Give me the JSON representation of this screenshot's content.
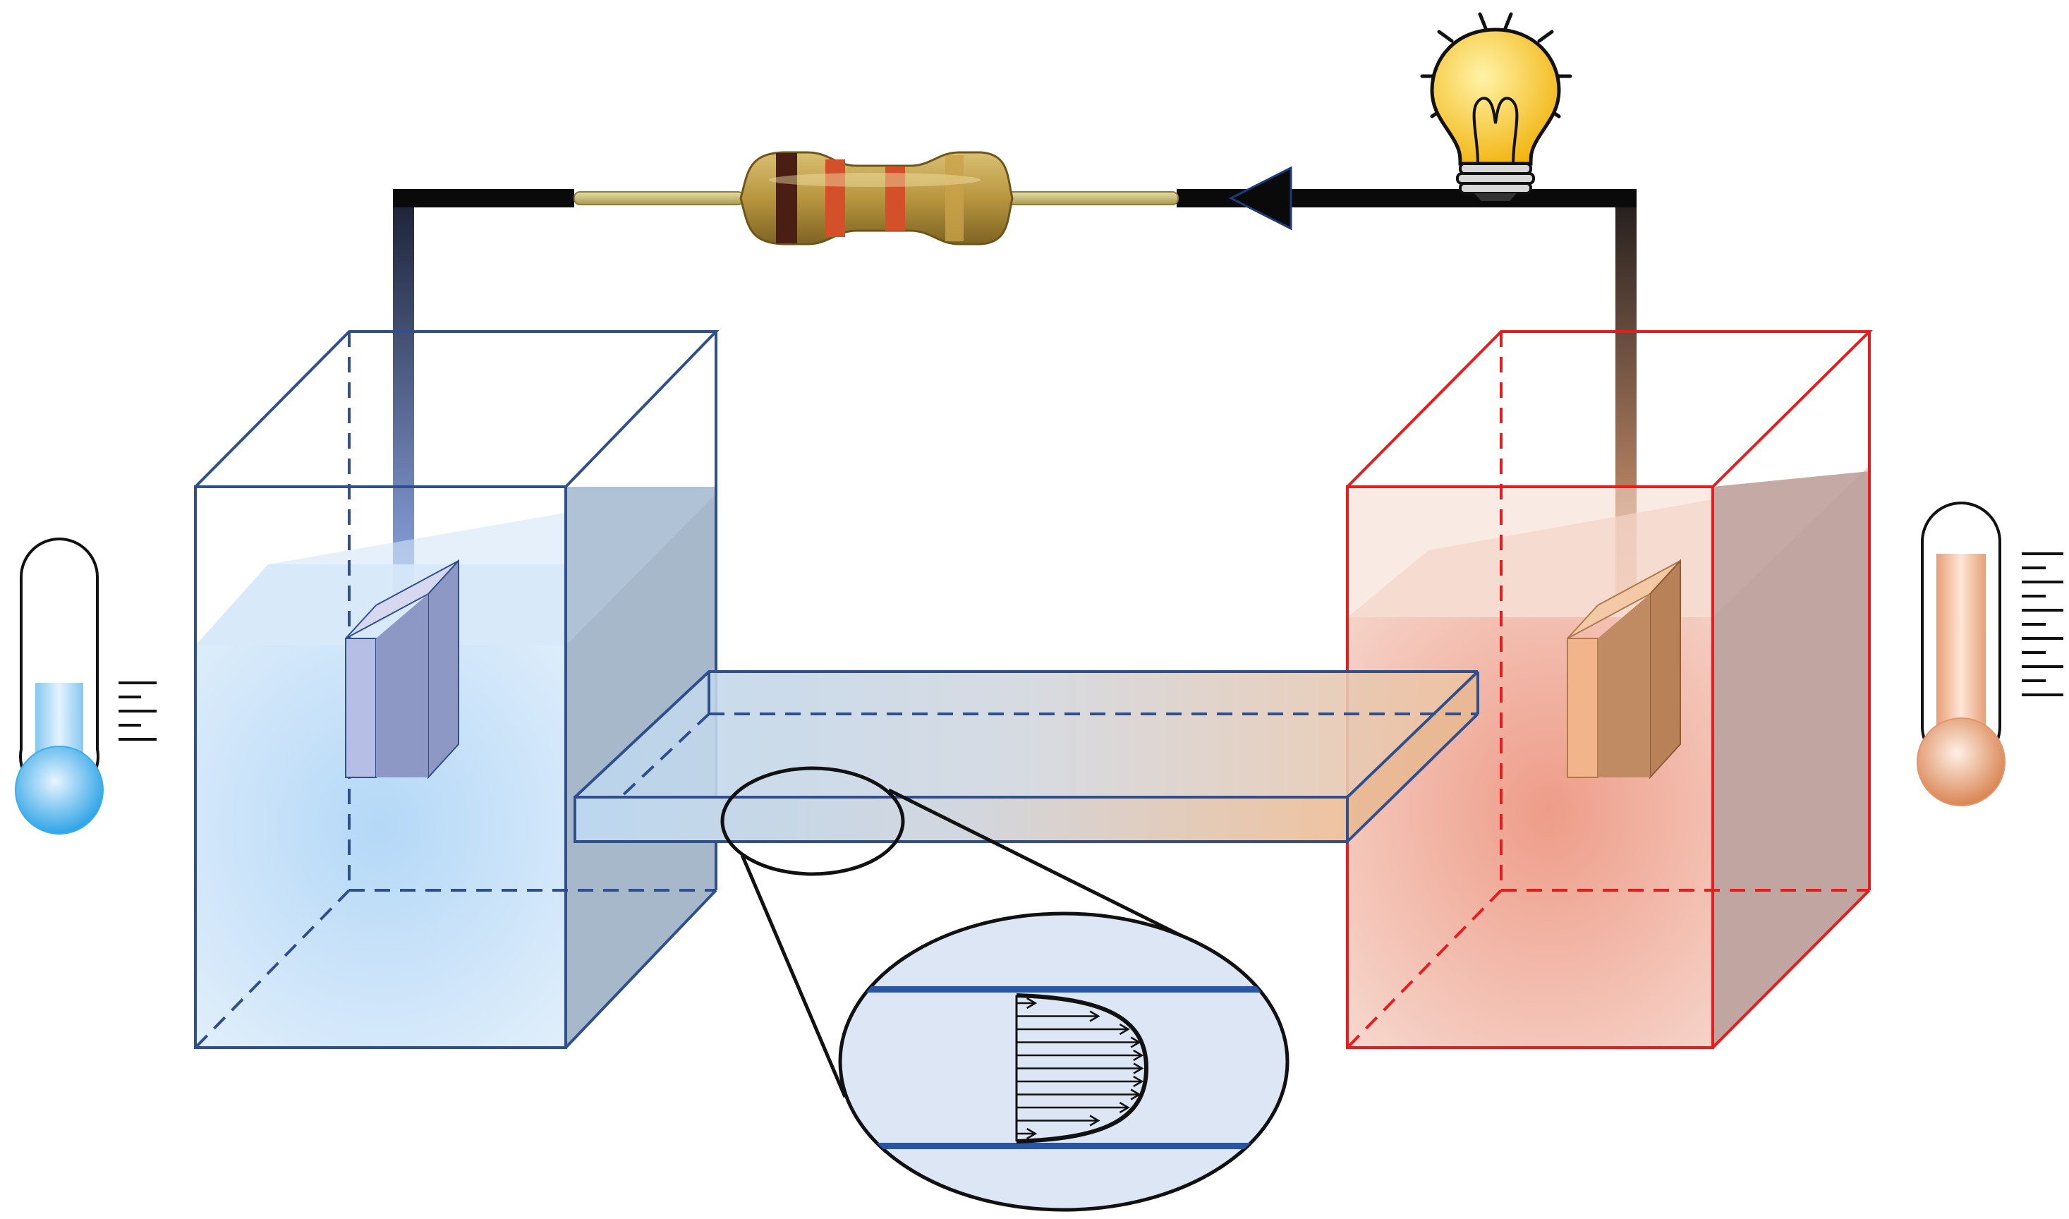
{
  "figure": {
    "description_text": "",
    "components": {
      "cold_reservoir": {
        "icon": "cold-reservoir-tank",
        "color": "#2F4F8F",
        "fill": "#BFDDF7"
      },
      "hot_reservoir": {
        "icon": "hot-reservoir-tank",
        "color": "#E81C1C",
        "fill": "#F2A493"
      },
      "channel": {
        "icon": "nanochannel",
        "gradient_from": "#B8D5EE",
        "gradient_to": "#F0C29E"
      },
      "resistor": {
        "icon": "resistor-icon",
        "band_colors": [
          "#4A1E12",
          "#D4502A",
          "#D4502A",
          "#B08A30"
        ]
      },
      "bulb": {
        "icon": "light-bulb-icon",
        "color": "#F7C51E"
      },
      "current_arrow": {
        "icon": "arrow-left-icon",
        "direction": "left"
      },
      "cold_thermometer": {
        "icon": "cold-thermometer-icon",
        "color": "#3AAEE8"
      },
      "hot_thermometer": {
        "icon": "hot-thermometer-icon",
        "color": "#E4956A"
      },
      "zoom_inset": {
        "icon": "flow-profile-inset",
        "flow_profile": "parabolic",
        "arrow_count": 11
      }
    }
  }
}
